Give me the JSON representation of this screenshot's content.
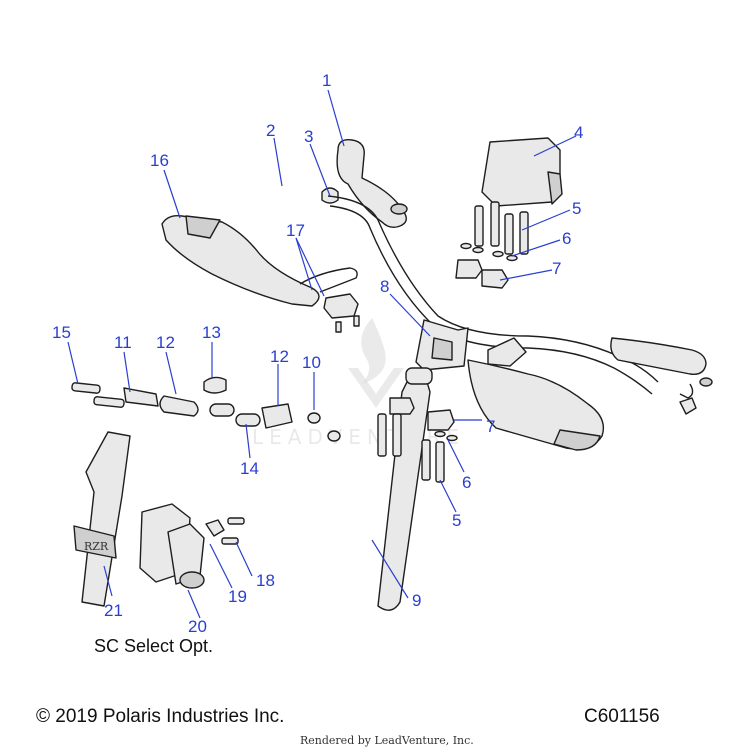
{
  "callouts": [
    "1",
    "2",
    "3",
    "4",
    "5",
    "6",
    "7",
    "8",
    "9",
    "10",
    "11",
    "12",
    "13",
    "14",
    "15",
    "16",
    "17",
    "18",
    "19",
    "20",
    "21"
  ],
  "callout_repeats": {
    "c5b": "5",
    "c6b": "6",
    "c7b": "7",
    "c12b": "12"
  },
  "note": "SC Select Opt.",
  "footer": {
    "copyright": "© 2019 Polaris Industries Inc.",
    "code": "C601156",
    "rendered_by": "Rendered by LeadVenture, Inc."
  },
  "watermark": "LEADVENTURE",
  "colors": {
    "callout": "#2a3fd0",
    "line": "#1e1e1e",
    "fill": "#e9e9e9"
  },
  "icons": [
    "leadventure-logo-watermark",
    "rzr-logo-strap"
  ]
}
